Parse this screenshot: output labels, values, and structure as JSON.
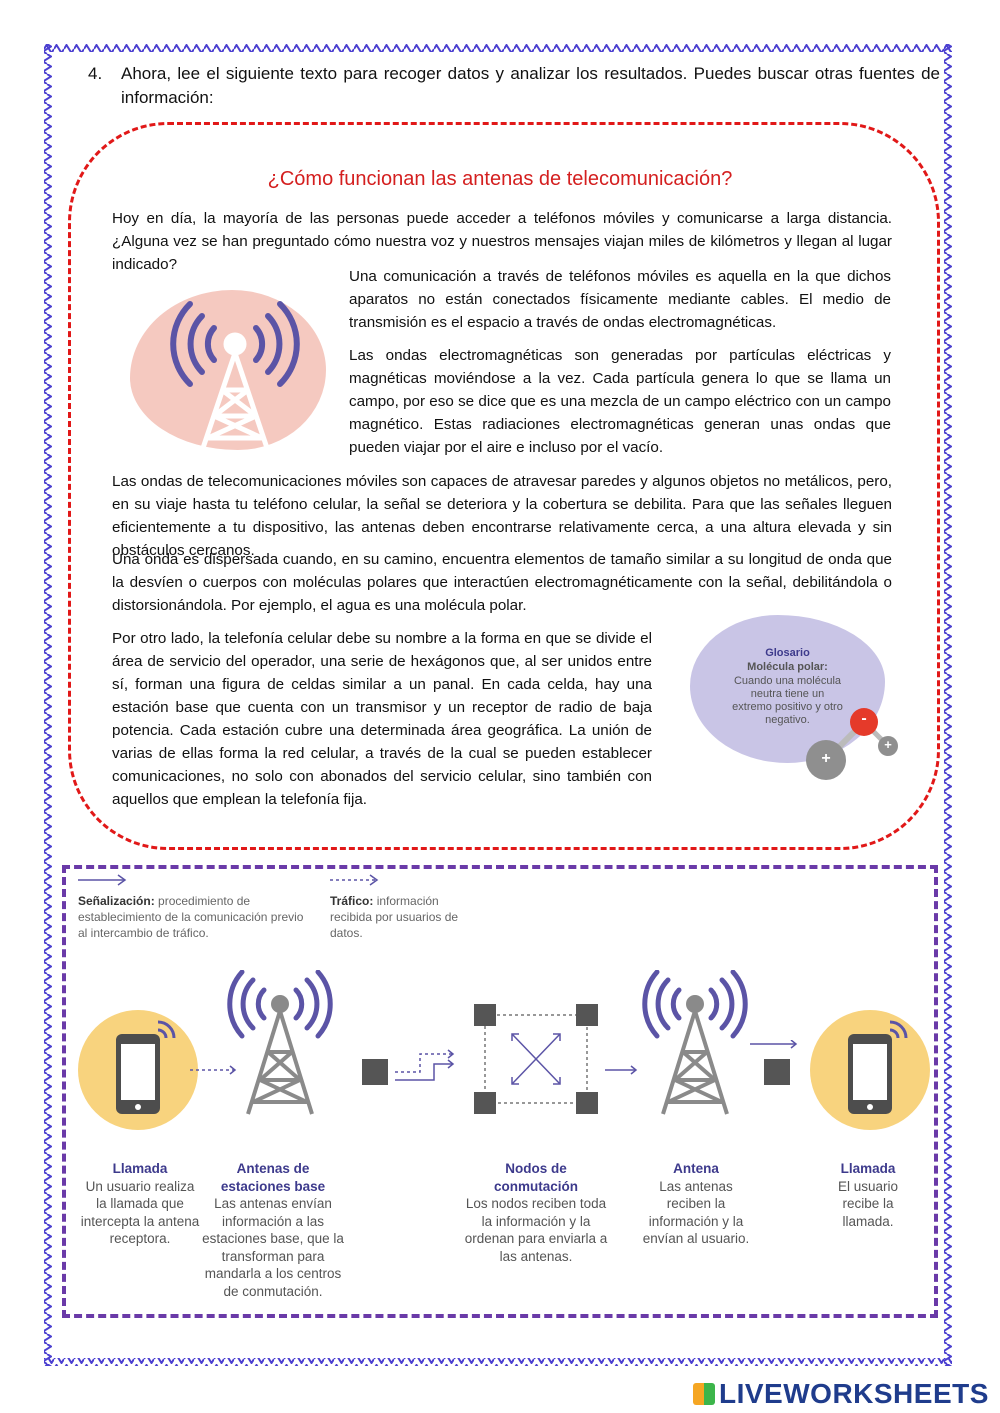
{
  "question": {
    "number": "4.",
    "text": "Ahora, lee el siguiente texto para recoger datos y analizar los resultados. Puedes buscar otras fuentes de información:"
  },
  "article": {
    "title": "¿Cómo funcionan las antenas de telecomunicación?",
    "intro": "Hoy en día, la mayoría de las personas puede acceder a teléfonos móviles y comunicarse a larga distancia. ¿Alguna vez se han preguntado cómo nuestra voz y nuestros mensajes viajan miles de kilómetros y llegan al lugar indicado?",
    "p1": "Una comunicación a través de teléfonos móviles es aquella en la que dichos aparatos no están conectados físicamente mediante cables. El medio de transmisión es el espacio a través de ondas electromagnéticas.",
    "p2": "Las ondas electromagnéticas son generadas por partículas eléctricas y magnéticas moviéndose a la vez. Cada partícula genera lo que se llama un campo, por eso se dice que es una mezcla de un campo eléctrico con un campo magnético. Estas radiaciones electromagnéticas generan unas ondas que pueden viajar por el aire e incluso por el vacío.",
    "p3": "Las ondas de telecomunicaciones móviles son capaces de atravesar paredes y algunos objetos no metálicos, pero, en su viaje hasta tu teléfono celular, la señal se deteriora y la cobertura se debilita. Para que las señales lleguen eficientemente a tu dispositivo, las antenas deben encontrarse relativamente cerca, a una altura elevada y sin obstáculos cercanos.",
    "p4": "Una onda es dispersada cuando, en su camino, encuentra elementos de tamaño similar a su longitud de onda que la desvíen o cuerpos con moléculas polares que interactúen electromagnéticamente con la señal, debilitándola o distorsionándola. Por ejemplo, el agua es una molécula polar.",
    "p5": "Por otro lado, la telefonía celular debe su nombre a la forma en que se divide el área de servicio del operador, una serie de hexágonos que, al ser unidos entre sí, forman una figura de celdas similar a un panal. En cada celda, hay una estación base que cuenta con un transmisor y un receptor de radio de baja potencia. Cada estación cubre una determinada área geográfica. La unión de varias de ellas forma la red celular, a través de la cual se pueden establecer comunicaciones, no solo con abonados del servicio celular, sino también con aquellos que emplean la telefonía fija."
  },
  "glossary": {
    "heading": "Glosario",
    "term": "Molécula polar:",
    "definition": "Cuando una molécula neutra tiene un extremo positivo y otro negativo.",
    "atom_negative": "-",
    "atom_positive_1": "+",
    "atom_positive_2": "+"
  },
  "diagram": {
    "legend": [
      {
        "term": "Señalización:",
        "text": "procedimiento de establecimiento de la comunicación previo al intercambio de tráfico."
      },
      {
        "term": "Tráfico:",
        "text": "información recibida por usuarios de datos."
      }
    ],
    "steps": [
      {
        "title": "Llamada",
        "text": "Un usuario realiza la llamada que intercepta la antena receptora."
      },
      {
        "title": "Antenas de estaciones base",
        "text": "Las antenas envían información a las estaciones base, que la transforman para mandarla a los centros de conmutación."
      },
      {
        "title": "Nodos de conmutación",
        "text": "Los nodos reciben toda la información y la ordenan para enviarla a las antenas."
      },
      {
        "title": "Antena",
        "text": "Las antenas reciben la información y la envían al usuario."
      },
      {
        "title": "Llamada",
        "text": "El usuario recibe la llamada."
      }
    ]
  },
  "branding": {
    "logo_text": "LIVEWORKSHEETS"
  },
  "colors": {
    "title_red": "#d41f1f",
    "border_red": "#e11818",
    "border_purple": "#6a3aa8",
    "step_title": "#3d3a8c",
    "phone_circle": "#f8d37e",
    "antenna_waves": "#5b54a6"
  }
}
